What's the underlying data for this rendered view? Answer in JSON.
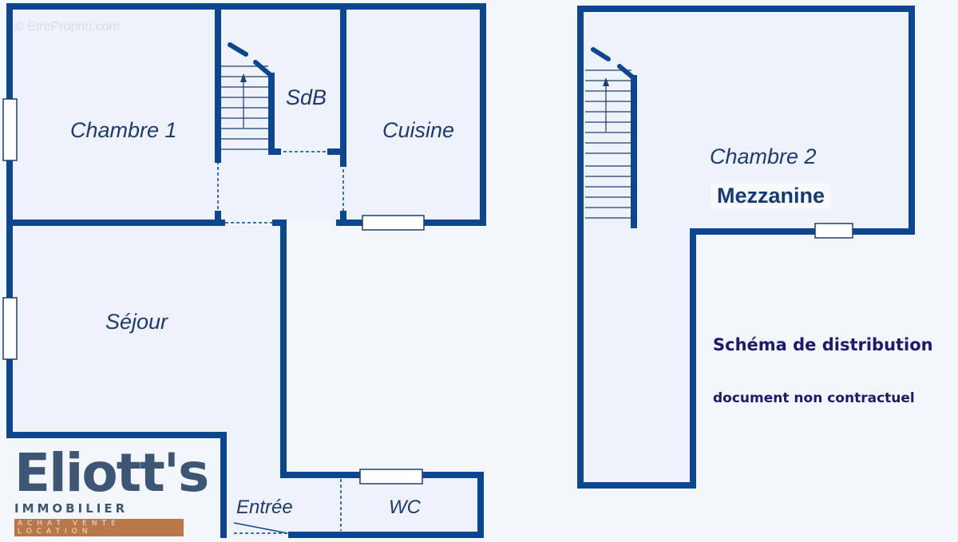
{
  "watermark": "© EtreProprio.com",
  "colors": {
    "wall": "#0d4690",
    "background": "#f3f6fb",
    "room_fill": "#eef2fa",
    "label": "#1d3a73",
    "note": "#1a1a6e",
    "logo_text": "#3e5675",
    "logo_accent": "#b9784a"
  },
  "ground_floor": {
    "rooms": [
      {
        "id": "chambre1",
        "label": "Chambre 1"
      },
      {
        "id": "sdb",
        "label": "SdB"
      },
      {
        "id": "cuisine",
        "label": "Cuisine"
      },
      {
        "id": "sejour",
        "label": "Séjour"
      },
      {
        "id": "entree",
        "label": "Entrée"
      },
      {
        "id": "wc",
        "label": "WC"
      }
    ]
  },
  "mezzanine_floor": {
    "room_label": "Chambre 2",
    "level_label": "Mezzanine"
  },
  "notes": {
    "title": "Schéma de distribution",
    "disclaimer": "document non contractuel"
  },
  "logo": {
    "brand": "Eliott's",
    "subtitle": "IMMOBILIER",
    "tagline": "ACHAT  VENTE  LOCATION"
  }
}
